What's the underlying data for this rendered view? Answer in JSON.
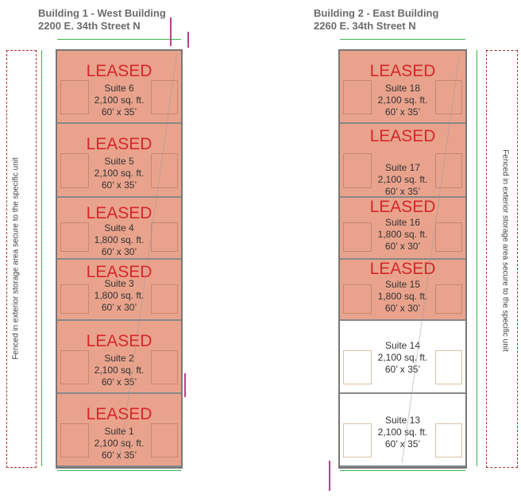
{
  "buildings": [
    {
      "title_line1": "Building 1 - West Building",
      "title_line2": "2200 E. 34th Street N",
      "fence_label": "Fenced in exterior storage area secure to the specific unit",
      "suites": [
        {
          "status": "LEASED",
          "name": "Suite 6",
          "area": "2,100 sq. ft.",
          "dims": "60’ x 35’"
        },
        {
          "status": "LEASED",
          "name": "Suite 5",
          "area": "2,100 sq. ft.",
          "dims": "60’ x 35’"
        },
        {
          "status": "LEASED",
          "name": "Suite 4",
          "area": "1,800 sq. ft.",
          "dims": "60’ x 30’"
        },
        {
          "status": "LEASED",
          "name": "Suite 3",
          "area": "1,800 sq. ft.",
          "dims": "60’ x 30’"
        },
        {
          "status": "LEASED",
          "name": "Suite 2",
          "area": "2,100 sq. ft.",
          "dims": "60’ x 35’"
        },
        {
          "status": "LEASED",
          "name": "Suite 1",
          "area": "2,100 sq. ft.",
          "dims": "60’ x 35’"
        }
      ]
    },
    {
      "title_line1": "Building 2 - East Building",
      "title_line2": "2260 E. 34th Street N",
      "fence_label": "Fenced in exterior storage area secure to the specific unit",
      "suites": [
        {
          "status": "LEASED",
          "name": "Suite 18",
          "area": "2,100 sq. ft.",
          "dims": "60’ x 35’"
        },
        {
          "status": "LEASED",
          "name": "Suite 17",
          "area": "2,100 sq. ft.",
          "dims": "60’ x 35’"
        },
        {
          "status": "LEASED",
          "name": "Suite 16",
          "area": "1,800 sq. ft.",
          "dims": "60’ x 30’"
        },
        {
          "status": "LEASED",
          "name": "Suite 15",
          "area": "1,800 sq. ft.",
          "dims": "60’ x 30’"
        },
        {
          "status": "",
          "name": "Suite 14",
          "area": "2,100 sq. ft.",
          "dims": "60’ x 35’"
        },
        {
          "status": "",
          "name": "Suite 13",
          "area": "2,100 sq. ft.",
          "dims": "60’ x 35’"
        }
      ]
    }
  ],
  "colors": {
    "leased_fill": "#e9a38c",
    "leased_text": "#d6262a",
    "fence_line": "#b03030",
    "dimension_line": "#3ab54a"
  }
}
